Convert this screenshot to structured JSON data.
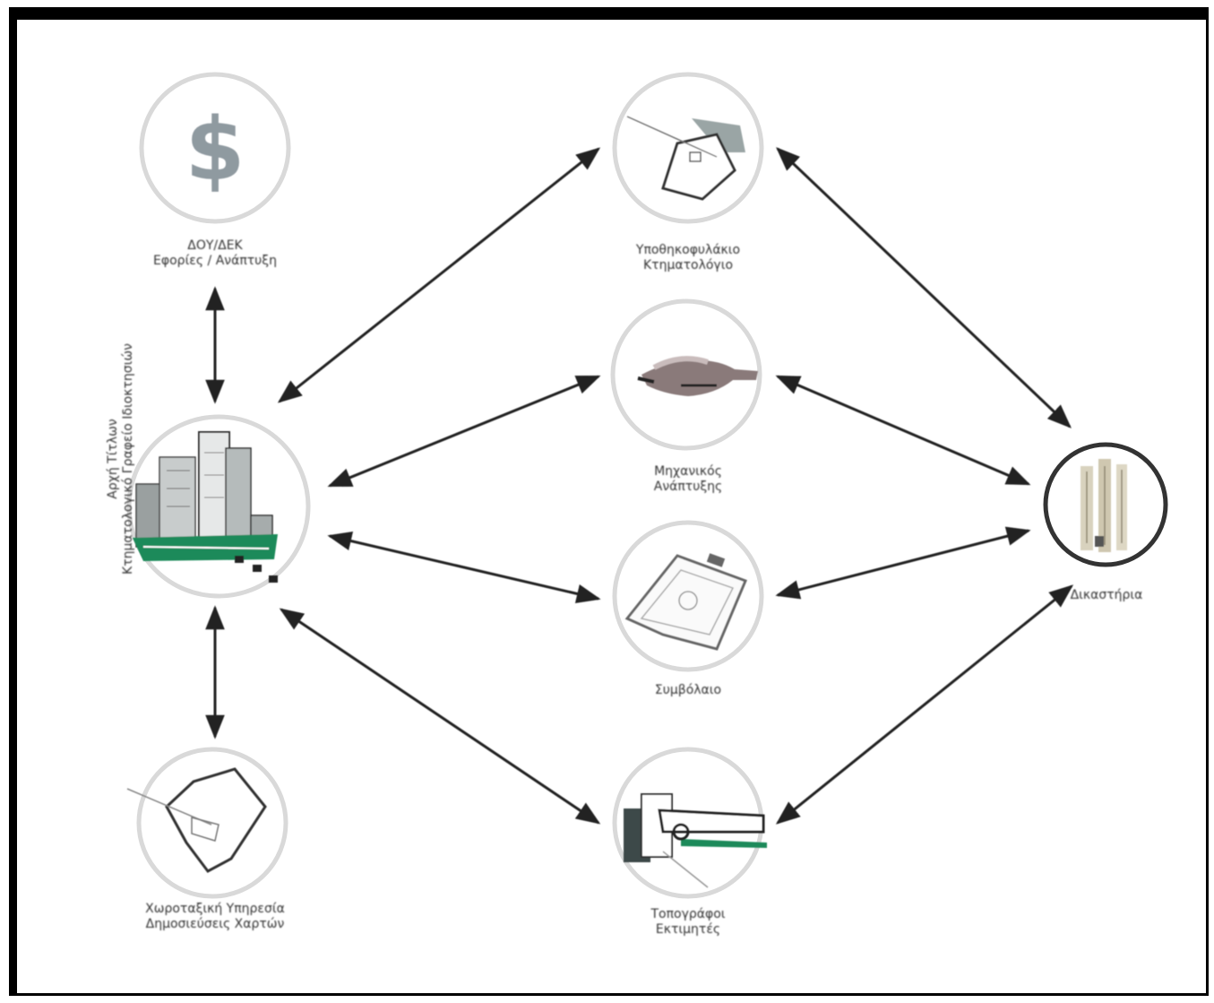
{
  "diagram": {
    "colors": {
      "node_ring": "#d9d9d9",
      "arrow": "#222222",
      "accent_green": "#1f8a5a"
    },
    "nodes": [
      {
        "id": "finance",
        "icon": "dollar-sign-icon",
        "lines": [
          "ΔΟΥ/ΔΕΚ",
          "Εφορίες / Ανάπτυξη"
        ]
      },
      {
        "id": "central",
        "icon": "city-buildings-icon",
        "lines": []
      },
      {
        "id": "urban-planning",
        "icon": "parcel-plan-icon",
        "lines": [
          "Χωροταξική Υπηρεσία",
          "Δημοσιεύσεις Χαρτών"
        ]
      },
      {
        "id": "cadastre-top",
        "icon": "parcel-map-icon",
        "lines": [
          "Υποθηκοφυλάκιο",
          "Κτηματολόγιο"
        ]
      },
      {
        "id": "notary",
        "icon": "handshake-icon",
        "lines": [
          "Μηχανικός",
          "Ανάπτυξης"
        ]
      },
      {
        "id": "contracts",
        "icon": "document-icon",
        "lines": [
          "Συμβόλαιο"
        ]
      },
      {
        "id": "survey",
        "icon": "survey-plan-icon",
        "lines": [
          "Τοπογράφοι",
          "Εκτιμητές"
        ]
      },
      {
        "id": "court",
        "icon": "columns-icon",
        "lines": [
          "Δικαστήρια"
        ]
      }
    ],
    "side_label": [
      "Αρχή Τίτλων",
      "Κτηματολογικό Γραφείο Ιδιοκτησιών"
    ]
  }
}
